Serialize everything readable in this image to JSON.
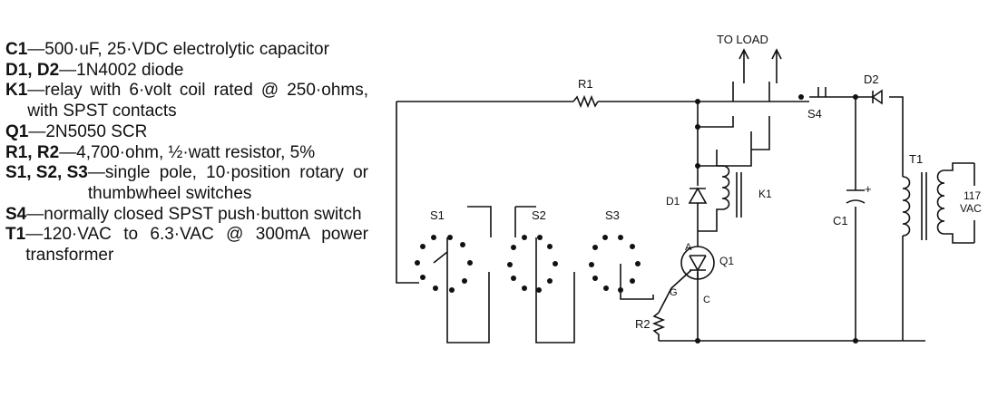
{
  "parts_list": [
    {
      "id": "C1",
      "text": "—500·uF, 25·VDC electrolytic capacitor"
    },
    {
      "id": "D1, D2",
      "text": "—1N4002 diode"
    },
    {
      "id": "K1",
      "text": "—relay with 6·volt coil rated @ 250·ohms, with SPST contacts"
    },
    {
      "id": "Q1",
      "text": "—2N5050 SCR"
    },
    {
      "id": "R1, R2",
      "text": "—4,700·ohm, ½·watt resistor, 5%"
    },
    {
      "id": "S1, S2, S3",
      "text": "—single pole, 10·position rotary or thumbwheel switches"
    },
    {
      "id": "S4",
      "text": "—normally closed SPST push·button switch"
    },
    {
      "id": "T1",
      "text": "—120·VAC to 6.3·VAC @ 300mA power transformer"
    }
  ],
  "schematic_labels": {
    "to_load": "TO LOAD",
    "r1": "R1",
    "s4": "S4",
    "d2": "D2",
    "t1": "T1",
    "vac_117": "117",
    "vac_unit": "VAC",
    "c1": "C1",
    "c1_plus": "+",
    "d1": "D1",
    "k1": "K1",
    "q1": "Q1",
    "anode": "A",
    "gate": "G",
    "cathode": "C",
    "r2": "R2",
    "s1": "S1",
    "s2": "S2",
    "s3": "S3"
  }
}
